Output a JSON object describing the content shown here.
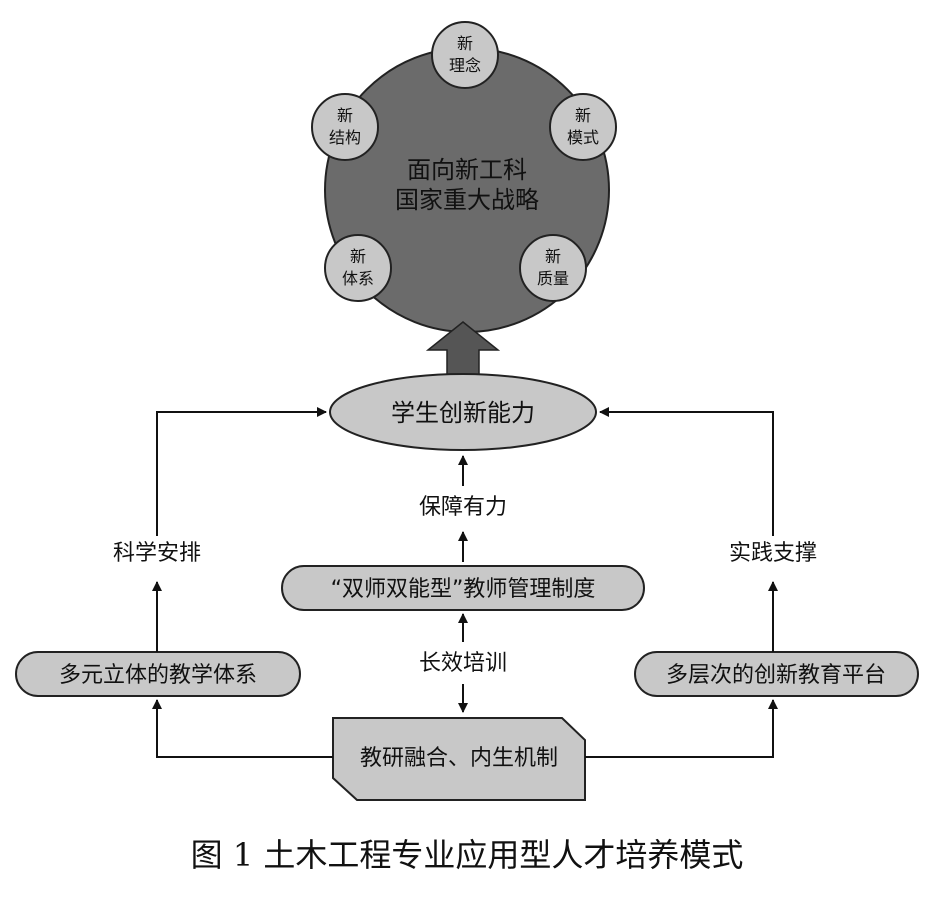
{
  "core": {
    "line1": "面向新工科",
    "line2": "国家重大战略"
  },
  "satellites": [
    {
      "line1": "新",
      "line2": "理念"
    },
    {
      "line1": "新",
      "line2": "模式"
    },
    {
      "line1": "新",
      "line2": "质量"
    },
    {
      "line1": "新",
      "line2": "体系"
    },
    {
      "line1": "新",
      "line2": "结构"
    }
  ],
  "goal": "学生创新能力",
  "middle": {
    "guarantee": "保障有力",
    "system": "“双师双能型”教师管理制度",
    "training": "长效培训"
  },
  "left": {
    "label": "科学安排",
    "box": "多元立体的教学体系"
  },
  "right": {
    "label": "实践支撑",
    "box": "多层次的创新教育平台"
  },
  "base": "教研融合、内生机制",
  "caption": "图 1  土木工程专业应用型人才培养模式",
  "colors": {
    "core": "#6b6b6b",
    "pill": "#c8c8c8",
    "arrow": "#555555"
  }
}
